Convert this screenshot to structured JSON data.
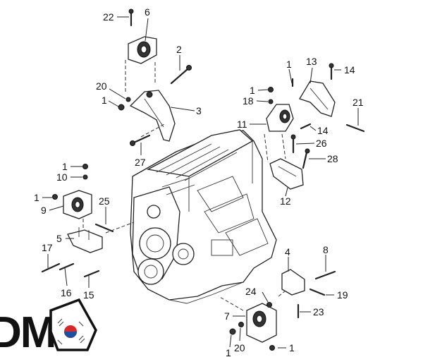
{
  "parts": {
    "p1": "1",
    "p2": "2",
    "p3": "3",
    "p4": "4",
    "p5": "5",
    "p6": "6",
    "p7": "7",
    "p8": "8",
    "p9": "9",
    "p10": "10",
    "p11": "11",
    "p12": "12",
    "p13": "13",
    "p14": "14",
    "p15": "15",
    "p16": "16",
    "p17": "17",
    "p18": "18",
    "p19": "19",
    "p20": "20",
    "p21": "21",
    "p22": "22",
    "p23": "23",
    "p24": "24",
    "p25": "25",
    "p26": "26",
    "p27": "27",
    "p28": "28"
  },
  "logo": {
    "text": "DM",
    "colors": {
      "red": "#d42a2a",
      "blue": "#1f4fa0",
      "ink": "#111111"
    }
  }
}
